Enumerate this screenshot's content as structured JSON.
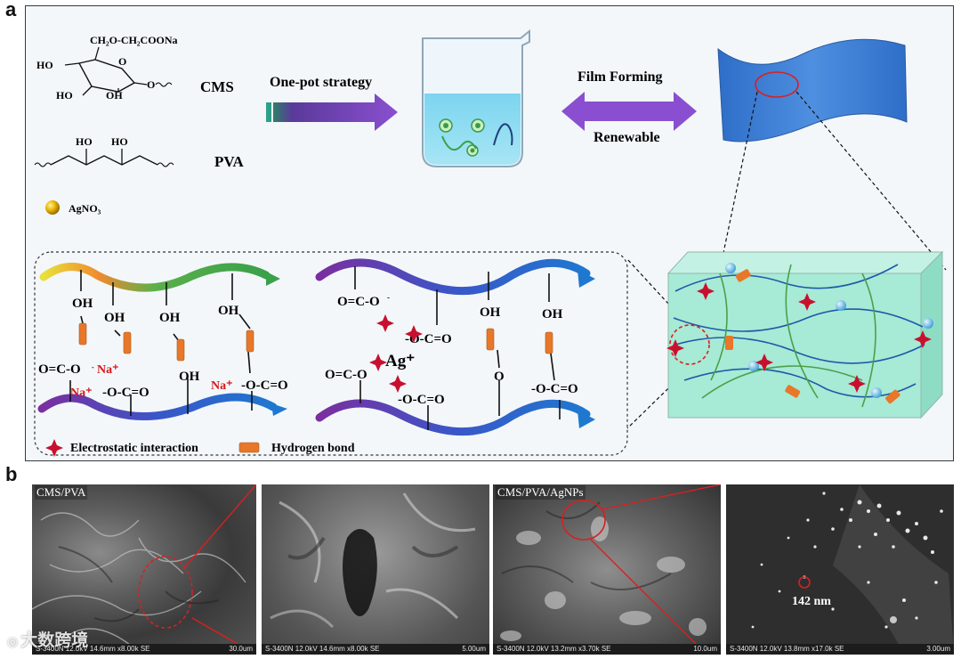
{
  "panel_labels": {
    "a": "a",
    "b": "b"
  },
  "scheme": {
    "cms_formula_top": "CH₂O-CH₂COONa",
    "ho_label": "HO",
    "oh_label": "OH",
    "o_label": "O",
    "cms_label": "CMS",
    "pva_label": "PVA",
    "agno3_label": "AgNO₃",
    "one_pot": "One-pot strategy",
    "film_forming": "Film Forming",
    "renewable": "Renewable",
    "legend_electrostatic": "Electrostatic interaction",
    "legend_hbond": "Hydrogen bond",
    "left_box": {
      "oh1": "OH",
      "oh2": "OH",
      "oh3": "OH",
      "oh4": "OH",
      "oh5": "OH",
      "carboxyl_a": "O=C-O",
      "na1": "Na⁺",
      "na2": "Na⁺",
      "carboxyl_b": "-O-C=O",
      "na3": "Na⁺",
      "carboxyl_c": "-O-C=O"
    },
    "right_box": {
      "carboxyl_top": "O=C-O",
      "minus": "-",
      "carboxyl_mid": "-O-C=O",
      "ag": "Ag⁺",
      "carboxyl_left": "O=C-O",
      "carboxyl_bottom": "-O-C=O",
      "oh1": "OH",
      "oh2": "OH",
      "o_link": "O",
      "carboxyl_right": "-O-C=O"
    },
    "colors": {
      "star": "#c8102e",
      "hbond": "#e8772a",
      "arrow": "#7a3fb5",
      "chain_blue": "#2f67c4",
      "film": "#3f7fd6",
      "box_fill": "#a7ead6"
    }
  },
  "sem": [
    {
      "label": "CMS/PVA",
      "footer": "S-3400N 12.0kV 14.6mm x8.00k SE",
      "scale": "30.0um"
    },
    {
      "label": "",
      "footer": "S-3400N 12.0kV 14.6mm x8.00k SE",
      "scale": "5.00um"
    },
    {
      "label": "CMS/PVA/AgNPs",
      "footer": "S-3400N 12.0kV 13.2mm x3.70k SE",
      "scale": "10.0um"
    },
    {
      "label": "",
      "footer": "S-3400N 12.0kV 13.8mm x17.0k SE",
      "scale": "3.00um",
      "annotation": "142 nm"
    }
  ],
  "watermark": "大数跨境"
}
